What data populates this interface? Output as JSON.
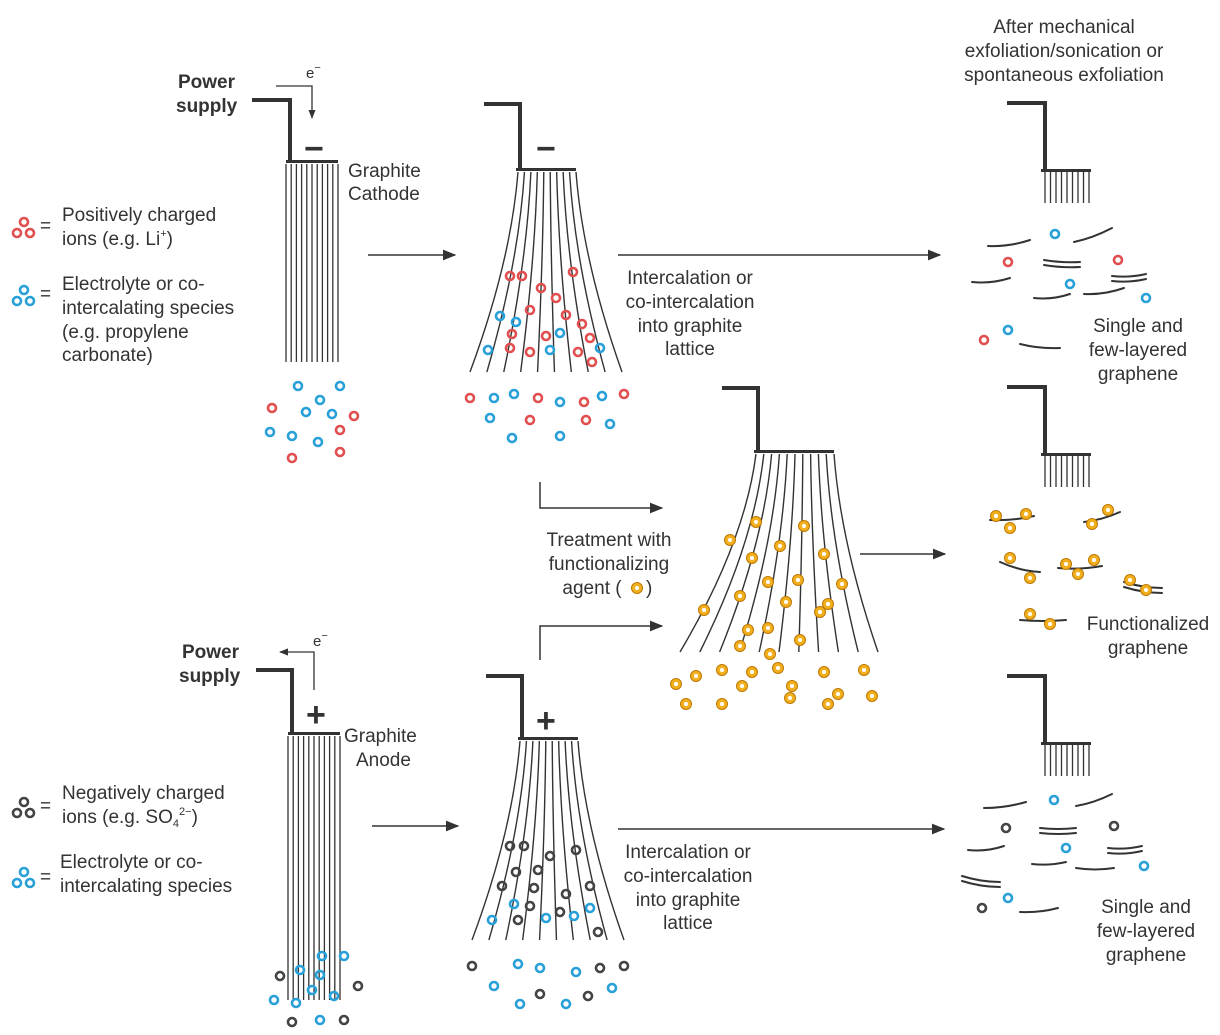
{
  "colors": {
    "positive_ion": "#e05050",
    "electrolyte": "#2aa0d8",
    "negative_ion": "#444444",
    "functional_agent": "#f0b020",
    "line": "#333333"
  },
  "top_cell": {
    "power_supply": [
      "Power",
      "supply"
    ],
    "electron": "e",
    "electron_sup": "−",
    "polarity": "−",
    "electrode": [
      "Graphite",
      "Cathode"
    ]
  },
  "bottom_cell": {
    "power_supply": [
      "Power",
      "supply"
    ],
    "electron": "e",
    "electron_sup": "−",
    "polarity": "+",
    "electrode": [
      "Graphite",
      "Anode"
    ]
  },
  "legend_top": {
    "positive": [
      "Positively charged",
      "ions (e.g. Li",
      ")"
    ],
    "positive_sup": "+",
    "electrolyte": [
      "Electrolyte or co-",
      "intercalating species",
      "(e.g. propylene",
      "carbonate)"
    ]
  },
  "legend_bottom": {
    "negative": [
      "Negatively charged",
      "ions (e.g. SO",
      ")"
    ],
    "negative_sub": "4",
    "negative_sup": "2−",
    "electrolyte": [
      "Electrolyte or co-",
      "intercalating species"
    ]
  },
  "equals": "=",
  "steps": {
    "intercalation_top": [
      "Intercalation or",
      "co-intercalation",
      "into graphite",
      "lattice"
    ],
    "intercalation_bottom": [
      "Intercalation or",
      "co-intercalation",
      "into graphite",
      "lattice"
    ],
    "treatment": [
      "Treatment with",
      "functionalizing",
      "agent (",
      ")"
    ],
    "exfoliation": [
      "After mechanical",
      "exfoliation/sonication or",
      "spontaneous exfoliation"
    ]
  },
  "products": {
    "top": [
      "Single and",
      "few-layered",
      "graphene"
    ],
    "middle": [
      "Functionalized",
      "graphene"
    ],
    "bottom": [
      "Single and",
      "few-layered",
      "graphene"
    ]
  }
}
